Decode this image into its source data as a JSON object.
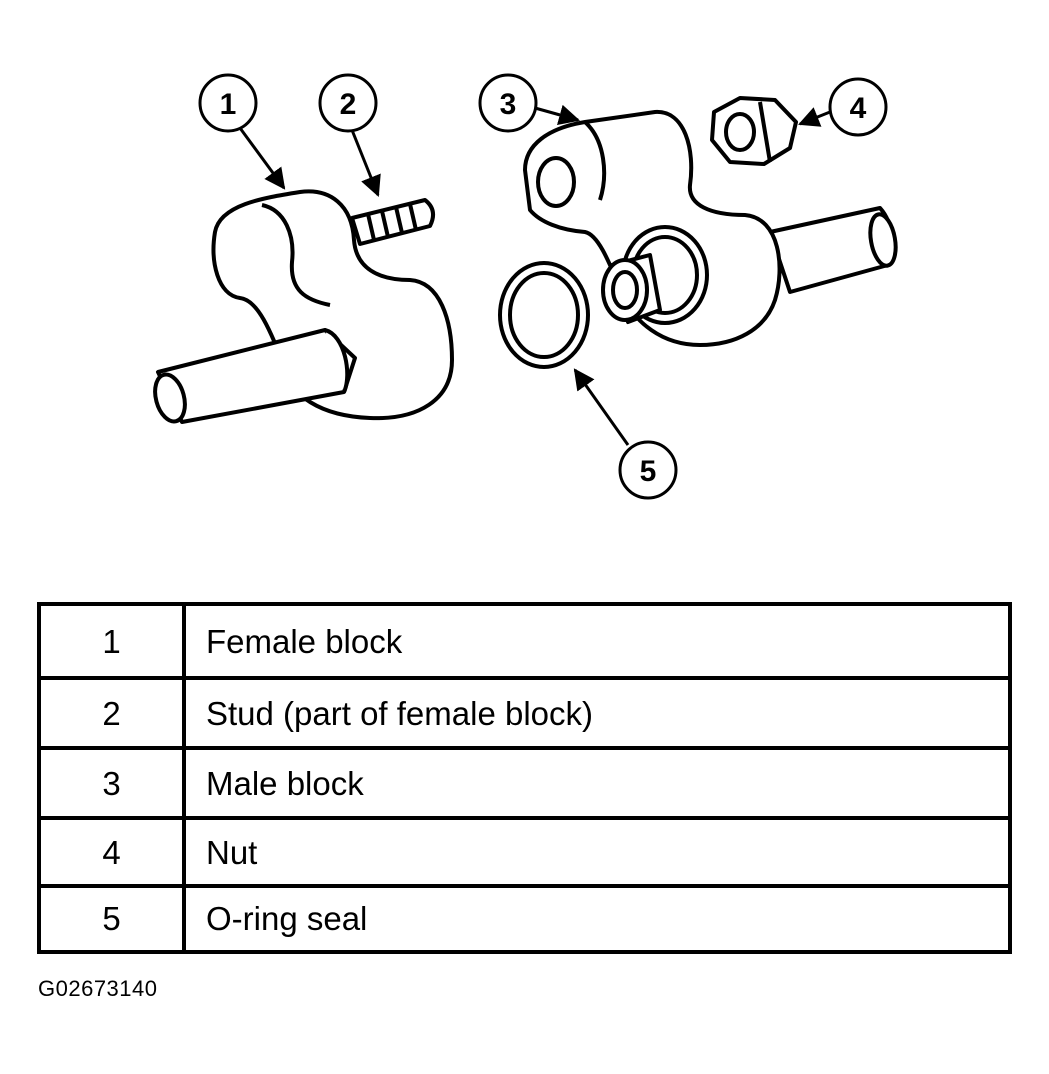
{
  "callouts": [
    "1",
    "2",
    "3",
    "4",
    "5"
  ],
  "parts": [
    {
      "number": "1",
      "description": "Female block"
    },
    {
      "number": "2",
      "description": "Stud (part of female block)"
    },
    {
      "number": "3",
      "description": "Male block"
    },
    {
      "number": "4",
      "description": "Nut"
    },
    {
      "number": "5",
      "description": "O-ring seal"
    }
  ],
  "figure_id": "G02673140"
}
